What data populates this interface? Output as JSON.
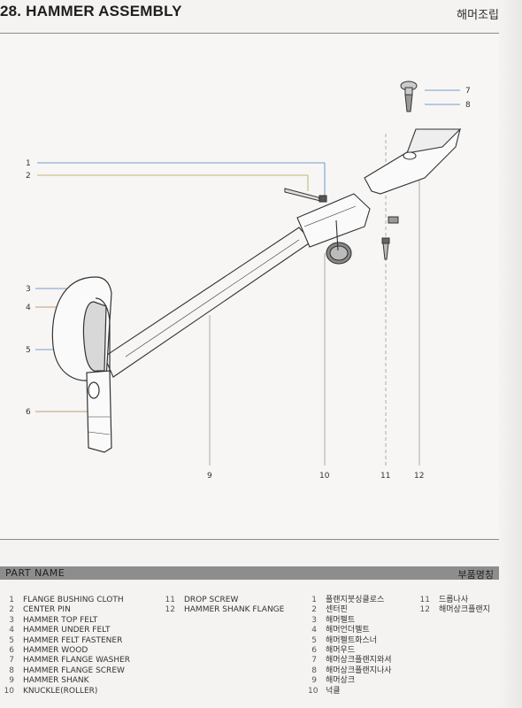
{
  "header": {
    "title": "28. HAMMER ASSEMBLY",
    "title_ko": "해머조립"
  },
  "callouts": [
    "1",
    "2",
    "3",
    "4",
    "5",
    "6",
    "7",
    "8",
    "9",
    "10",
    "11",
    "12"
  ],
  "parts_header": {
    "label": "PART  NAME",
    "label_ko": "부품명칭"
  },
  "parts_en": [
    {
      "num": "1",
      "name": "FLANGE BUSHING CLOTH"
    },
    {
      "num": "2",
      "name": "CENTER PIN"
    },
    {
      "num": "3",
      "name": "HAMMER TOP FELT"
    },
    {
      "num": "4",
      "name": "HAMMER UNDER FELT"
    },
    {
      "num": "5",
      "name": "HAMMER FELT FASTENER"
    },
    {
      "num": "6",
      "name": "HAMMER WOOD"
    },
    {
      "num": "7",
      "name": "HAMMER FLANGE WASHER"
    },
    {
      "num": "8",
      "name": "HAMMER FLANGE SCREW"
    },
    {
      "num": "9",
      "name": "HAMMER SHANK"
    },
    {
      "num": "10",
      "name": "KNUCKLE(ROLLER)"
    },
    {
      "num": "11",
      "name": "DROP SCREW"
    },
    {
      "num": "12",
      "name": "HAMMER SHANK FLANGE"
    }
  ],
  "parts_ko": [
    {
      "num": "1",
      "name": "플랜지붓싱클로스"
    },
    {
      "num": "2",
      "name": "센터핀"
    },
    {
      "num": "3",
      "name": "해머펠트"
    },
    {
      "num": "4",
      "name": "해머언더펠트"
    },
    {
      "num": "5",
      "name": "해머펠트화스너"
    },
    {
      "num": "6",
      "name": "해머우드"
    },
    {
      "num": "7",
      "name": "해머상크플랜지와셔"
    },
    {
      "num": "8",
      "name": "해머상크플랜지나사"
    },
    {
      "num": "9",
      "name": "해머상크"
    },
    {
      "num": "10",
      "name": "넉클"
    },
    {
      "num": "11",
      "name": "드롭나사"
    },
    {
      "num": "12",
      "name": "해머상크플랜지"
    }
  ],
  "colors": {
    "callout_blue": "#4a7fc0",
    "callout_olive": "#a8a254",
    "callout_brown": "#b07a55",
    "header_bar": "#8d8d8d"
  }
}
